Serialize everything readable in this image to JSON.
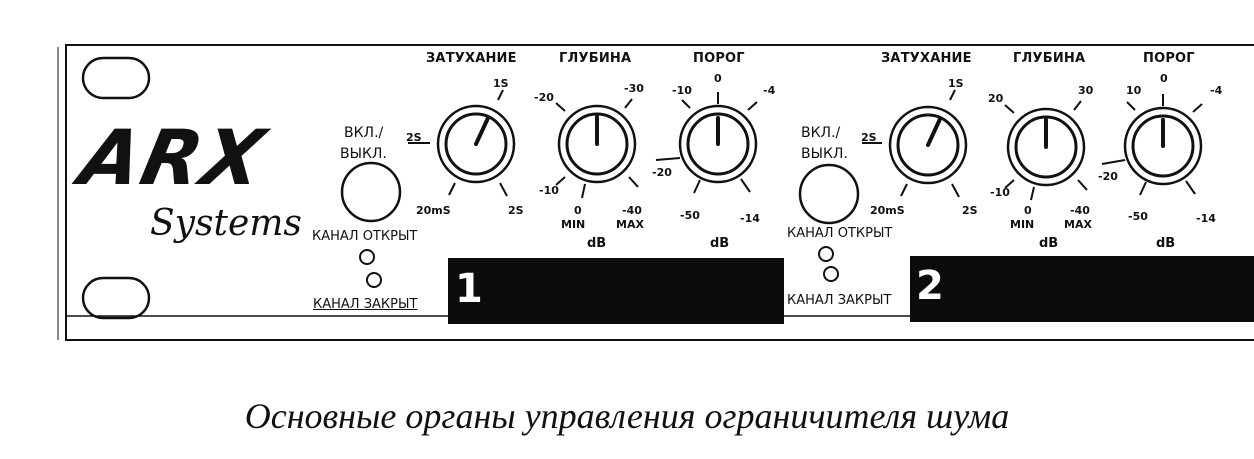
{
  "brand": {
    "logo": "ARX",
    "sub": "Systems"
  },
  "channels": [
    {
      "number": "1",
      "power_label_1": "ВКЛ./",
      "power_label_2": "ВЫКЛ.",
      "open_label": "КАНАЛ ОТКРЫТ",
      "closed_label": "КАНАЛ ЗАКРЫТ",
      "knobs": [
        {
          "title": "ЗАТУХАНИЕ",
          "marks": [
            "1S",
            "2S",
            "20mS",
            "2S"
          ],
          "unit": ""
        },
        {
          "title": "ГЛУБИНА",
          "marks": [
            "-30",
            "-20",
            "-10",
            "0",
            "-40"
          ],
          "sub_left": "MIN",
          "sub_right": "MAX",
          "unit": "dB"
        },
        {
          "title": "ПОРОГ",
          "marks": [
            "0",
            "-10",
            "-4",
            "-20",
            "-50",
            "-14"
          ],
          "unit": "dB"
        }
      ]
    },
    {
      "number": "2",
      "power_label_1": "ВКЛ./",
      "power_label_2": "ВЫКЛ.",
      "open_label": "КАНАЛ ОТКРЫТ",
      "closed_label": "КАНАЛ ЗАКРЫТ",
      "knobs": [
        {
          "title": "ЗАТУХАНИЕ",
          "marks": [
            "1S",
            "2S",
            "20mS",
            "2S"
          ],
          "unit": ""
        },
        {
          "title": "ГЛУБИНА",
          "marks": [
            "30",
            "20",
            "-10",
            "0",
            "-40"
          ],
          "sub_left": "MIN",
          "sub_right": "MAX",
          "unit": "dB"
        },
        {
          "title": "ПОРОГ",
          "marks": [
            "0",
            "10",
            "-4",
            "-20",
            "-50",
            "-14"
          ],
          "unit": "dB"
        }
      ]
    }
  ],
  "caption": "Основные органы управления ограничителя шума",
  "icons": [
    "rack-ear-hole",
    "power-button",
    "led",
    "rotary-knob"
  ]
}
